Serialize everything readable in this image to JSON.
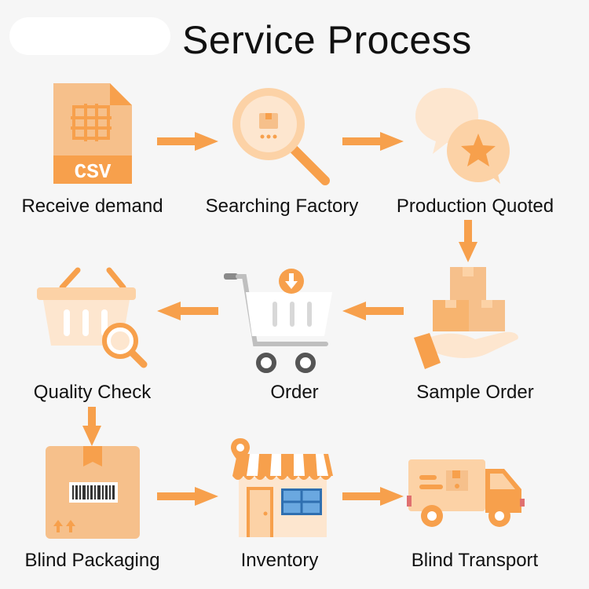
{
  "title": "Service Process",
  "colors": {
    "accent": "#f7a04c",
    "light": "#fcd2a6",
    "pale": "#fde6cf",
    "bg": "#f6f6f6"
  },
  "steps": [
    {
      "label": "Receive demand",
      "icon": "csv-file-icon",
      "badge": "CSV"
    },
    {
      "label": "Searching Factory",
      "icon": "magnifier-icon"
    },
    {
      "label": "Production Quoted",
      "icon": "chat-star-icon"
    },
    {
      "label": "Quality Check",
      "icon": "basket-search-icon"
    },
    {
      "label": "Order",
      "icon": "shopping-cart-icon"
    },
    {
      "label": "Sample Order",
      "icon": "hand-boxes-icon"
    },
    {
      "label": "Blind Packaging",
      "icon": "cardboard-box-icon"
    },
    {
      "label": "Inventory",
      "icon": "store-icon"
    },
    {
      "label": "Blind Transport",
      "icon": "delivery-truck-icon"
    }
  ]
}
